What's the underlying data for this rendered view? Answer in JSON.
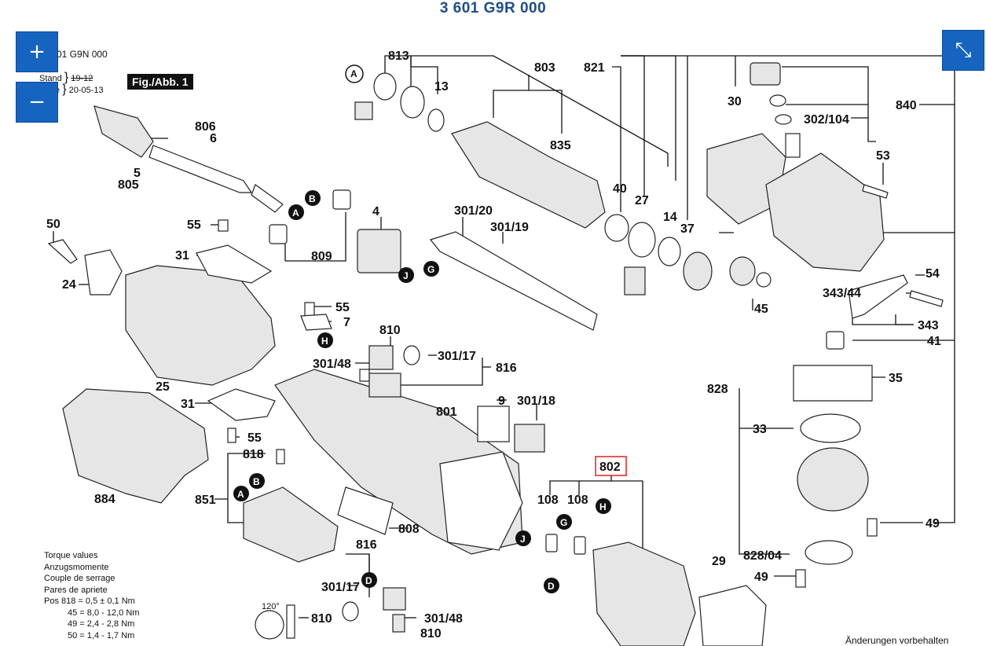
{
  "title": "3 601 G9R 000",
  "header": {
    "doc_number": "01 G9N 000",
    "stand_label": "Stand",
    "stand_old_date": "19-12",
    "stand_new_label": "e",
    "stand_new_date": "20-05-13",
    "figure_label": "Fig./Abb. 1"
  },
  "controls": {
    "zoom_in": "+",
    "zoom_out": "−",
    "collapse": "⤡"
  },
  "callouts": {
    "c813": "813",
    "c803": "803",
    "c821": "821",
    "c13": "13",
    "c835": "835",
    "c30": "30",
    "c840": "840",
    "c302_104": "302/104",
    "c53": "53",
    "c806": "806",
    "c6": "6",
    "c5": "5",
    "c805": "805",
    "c50": "50",
    "c55a": "55",
    "c31a": "31",
    "c24": "24",
    "c4": "4",
    "c301_20": "301/20",
    "c301_19": "301/19",
    "c809": "809",
    "c40": "40",
    "c27": "27",
    "c14": "14",
    "c37": "37",
    "c54": "54",
    "c343_44": "343/44",
    "c45": "45",
    "c343": "343",
    "c41": "41",
    "c55b": "55",
    "c7": "7",
    "c810a": "810",
    "c301_48a": "301/48",
    "c301_17a": "301/17",
    "c816a": "816",
    "c25": "25",
    "c828": "828",
    "c35": "35",
    "c9": "9",
    "c301_18": "301/18",
    "c801": "801",
    "c31b": "31",
    "c55c": "55",
    "c33": "33",
    "c818": "818",
    "c884": "884",
    "c851": "851",
    "c802": "802",
    "c108a": "108",
    "c108b": "108",
    "c808": "808",
    "c49a": "49",
    "c816b": "816",
    "c29": "29",
    "c828_04": "828/04",
    "c49b": "49",
    "c301_17b": "301/17",
    "c301_48b": "301/48",
    "c810b": "810",
    "c810c": "810",
    "angle": "120°"
  },
  "markers": {
    "A": "A",
    "B": "B",
    "G": "G",
    "H": "H",
    "J": "J",
    "D": "D"
  },
  "torque": {
    "heading_en": "Torque values",
    "heading_de": "Anzugsmomente",
    "heading_fr": "Couple de serrage",
    "heading_es": "Pares de apriete",
    "rows": [
      {
        "pos": "Pos 818 =",
        "value": "0,5 ± 0,1 Nm"
      },
      {
        "pos": "45 =",
        "value": "8,0 - 12,0 Nm"
      },
      {
        "pos": "49 =",
        "value": "2,4 - 2,8 Nm"
      },
      {
        "pos": "50 =",
        "value": "1,4 - 1,7 Nm"
      }
    ]
  },
  "footer": {
    "note": "Änderungen vorbehalten"
  }
}
